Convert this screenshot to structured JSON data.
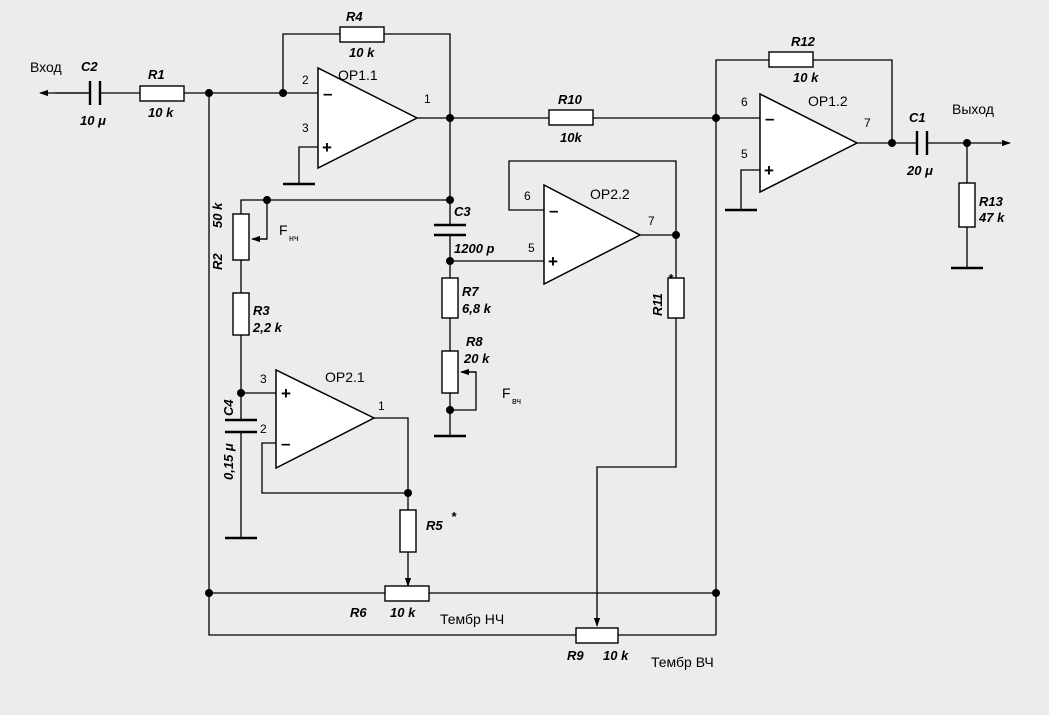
{
  "io": {
    "input": "Вход",
    "output": "Выход"
  },
  "opamps": {
    "op11": "OP1.1",
    "op12": "OP1.2",
    "op21": "OP2.1",
    "op22": "OP2.2"
  },
  "pins": {
    "op11_in_neg": "2",
    "op11_in_pos": "3",
    "op11_out": "1",
    "op12_in_neg": "6",
    "op12_in_pos": "5",
    "op12_out": "7",
    "op21_in_pos": "3",
    "op21_in_neg": "2",
    "op21_out": "1",
    "op22_in_neg": "6",
    "op22_in_pos": "5",
    "op22_out": "7"
  },
  "signs": {
    "minus": "–",
    "plus": "+"
  },
  "components": {
    "C1": {
      "ref": "C1",
      "value": "20 μ"
    },
    "C2": {
      "ref": "C2",
      "value": "10 μ"
    },
    "C3": {
      "ref": "C3",
      "value": "1200 p"
    },
    "C4": {
      "ref": "C4",
      "value": "0,15 μ"
    },
    "R1": {
      "ref": "R1",
      "value": "10 k"
    },
    "R2": {
      "ref": "R2",
      "value": "50 k"
    },
    "R3": {
      "ref": "R3",
      "value": "2,2 k"
    },
    "R4": {
      "ref": "R4",
      "value": "10 k"
    },
    "R5": {
      "ref": "R5",
      "mark": "*"
    },
    "R6": {
      "ref": "R6",
      "value": "10 k"
    },
    "R7": {
      "ref": "R7",
      "value": "6,8 k"
    },
    "R8": {
      "ref": "R8",
      "value": "20 k"
    },
    "R9": {
      "ref": "R9",
      "value": "10 k"
    },
    "R10": {
      "ref": "R10",
      "value": "10k"
    },
    "R11": {
      "ref": "R11",
      "mark": "*"
    },
    "R12": {
      "ref": "R12",
      "value": "10 k"
    },
    "R13": {
      "ref": "R13",
      "value": "47 k"
    }
  },
  "labels": {
    "f_lf": {
      "main": "F",
      "sub": "нч"
    },
    "f_hf": {
      "main": "F",
      "sub": "вч"
    },
    "tone_lf": "Тембр НЧ",
    "tone_hf": "Тембр ВЧ"
  }
}
